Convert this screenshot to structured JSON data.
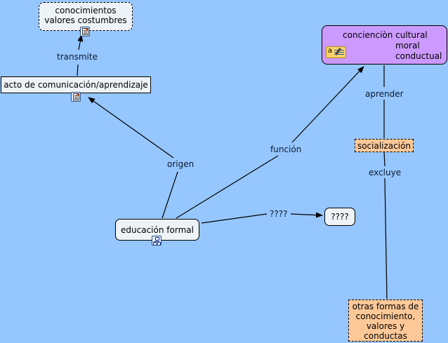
{
  "concepts": {
    "conocimientos": {
      "line1": "conocimientos",
      "line2": "valores costumbres"
    },
    "acto": {
      "text": "acto de comunicación/aprendizaje"
    },
    "concienciacion": {
      "line1": "concienciòn cultural",
      "line2": "moral",
      "line3": "conductual"
    },
    "socializacion": {
      "text": "socialización"
    },
    "otras": {
      "line1": "otras formas de",
      "line2": "conocimiento,",
      "line3": "valores y",
      "line4": "conductas"
    },
    "educacion": {
      "text": "educación formal"
    },
    "unknown": {
      "text": "????"
    }
  },
  "links": {
    "transmite": "transmite",
    "origen": "origen",
    "funcion": "función",
    "aprender": "aprender",
    "excluye": "excluye",
    "unknown": "????"
  },
  "colors": {
    "background": "#95c6fd",
    "concept_fill": "#eef3f7",
    "purple_fill": "#cc99ff",
    "orange_fill": "#fcc898"
  },
  "icons": {
    "conocimientos": "document-resource-icon",
    "acto": "document-resource-icon",
    "concienciacion": "annotation-note-icon",
    "educacion": "concept-map-submap-icon"
  }
}
